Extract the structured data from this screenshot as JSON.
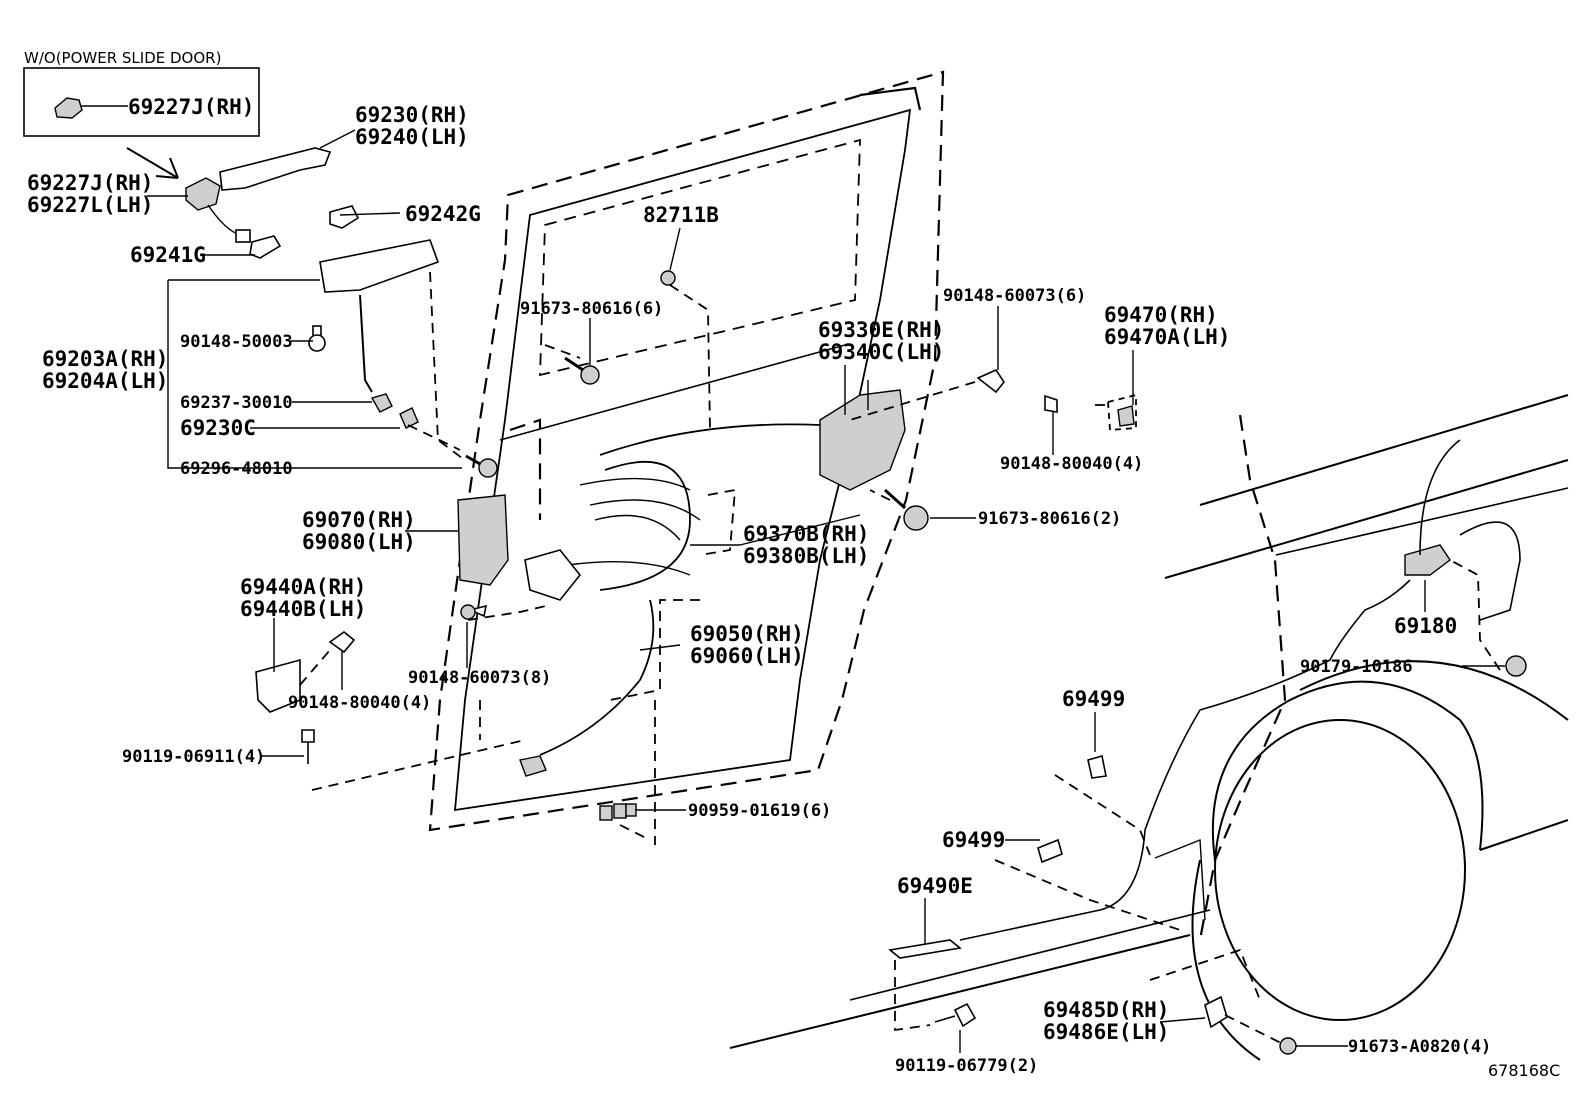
{
  "inset": {
    "caption": "W/O(POWER SLIDE DOOR)",
    "part": "69227J(RH)"
  },
  "labels": {
    "p69230": "69230(RH)",
    "p69240": "69240(LH)",
    "p69227J": "69227J(RH)",
    "p69227L": "69227L(LH)",
    "p69242G": "69242G",
    "p69241G": "69241G",
    "p82711B": "82711B",
    "p91673_80616_6": "91673-80616(6)",
    "p90148_60073_6": "90148-60073(6)",
    "p69470": "69470(RH)",
    "p69470A": "69470A(LH)",
    "p90148_50003": "90148-50003",
    "p69203A": "69203A(RH)",
    "p69204A": "69204A(LH)",
    "p69330E": "69330E(RH)",
    "p69340C": "69340C(LH)",
    "p69237": "69237-30010",
    "p69230C": "69230C",
    "p90148_80040_4a": "90148-80040(4)",
    "p69296": "69296-48010",
    "p91673_80616_2": "91673-80616(2)",
    "p69070": "69070(RH)",
    "p69080": "69080(LH)",
    "p69370B": "69370B(RH)",
    "p69380B": "69380B(LH)",
    "p69440A": "69440A(RH)",
    "p69440B": "69440B(LH)",
    "p69180": "69180",
    "p69050": "69050(RH)",
    "p69060": "69060(LH)",
    "p90179": "90179-10186",
    "p90148_60073_8": "90148-60073(8)",
    "p90148_80040_4b": "90148-80040(4)",
    "p69499a": "69499",
    "p90119_06911": "90119-06911(4)",
    "p90959": "90959-01619(6)",
    "p69499b": "69499",
    "p69490E": "69490E",
    "p69485D": "69485D(RH)",
    "p69486E": "69486E(LH)",
    "p91673_A0820": "91673-A0820(4)",
    "p90119_06779": "90119-06779(2)",
    "drawing_no": "678168C"
  }
}
